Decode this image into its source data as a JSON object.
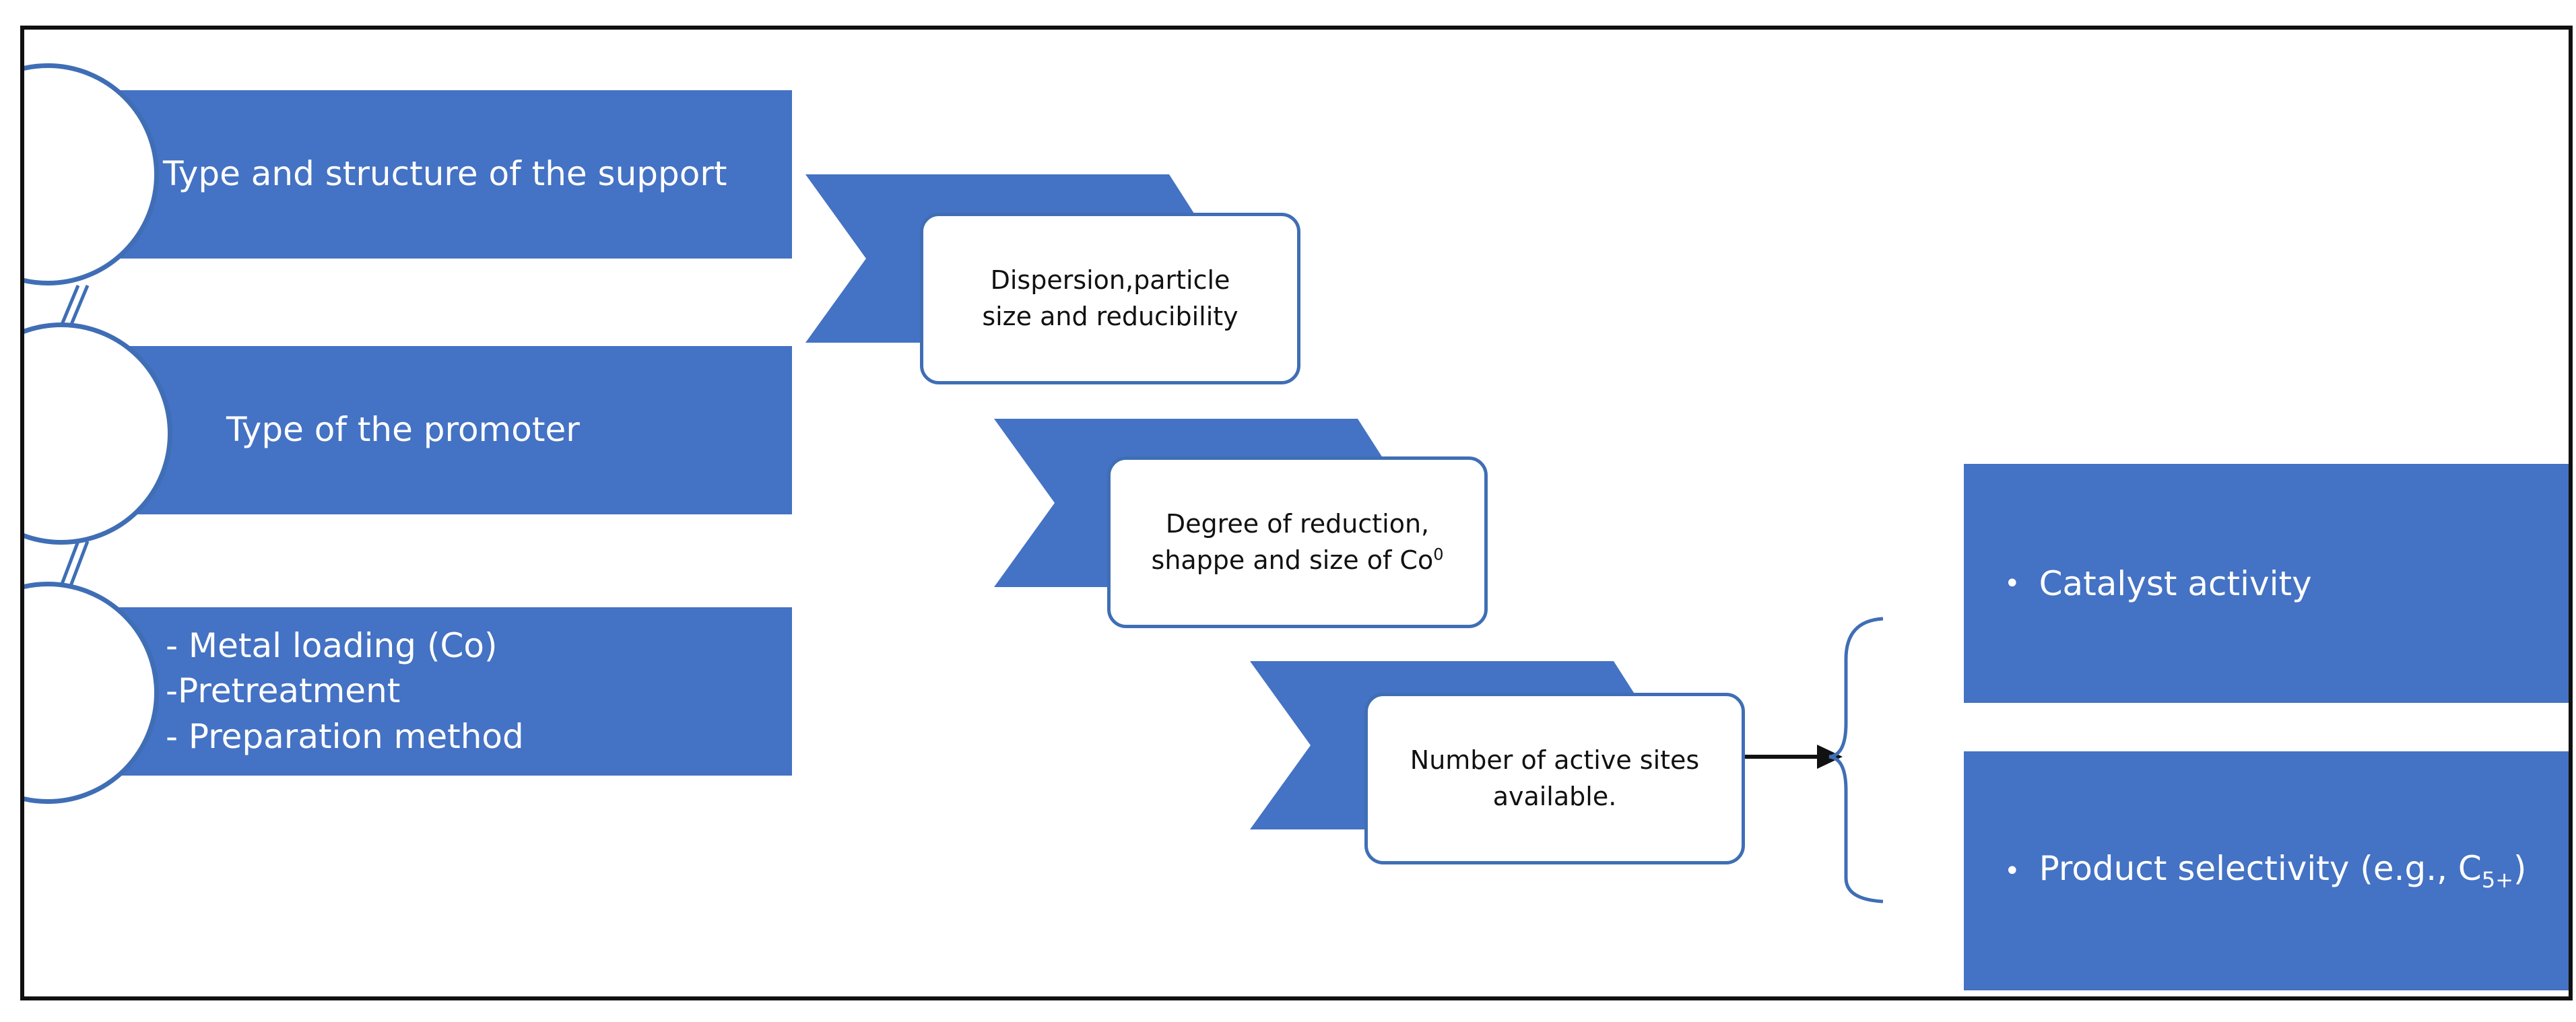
{
  "colors": {
    "accent_blue": "#4472c4",
    "outline_blue": "#3f6eb5",
    "frame": "#111111"
  },
  "factors": [
    {
      "label": "Type and structure of the support"
    },
    {
      "label": "Type of the promoter"
    },
    {
      "lines": [
        "- Metal loading (Co)",
        "-Pretreatment",
        "- Preparation method"
      ]
    }
  ],
  "effects": [
    {
      "lines": [
        "Dispersion,particle",
        "size and reducibility"
      ]
    },
    {
      "line1": "Degree of reduction,",
      "line2_prefix": "shappe and size of Co",
      "line2_sup": "0"
    },
    {
      "lines": [
        "Number of active sites",
        "available."
      ]
    }
  ],
  "outcomes": [
    {
      "bullet": "•",
      "label": "Catalyst activity"
    },
    {
      "bullet": "•",
      "label_prefix": "Product selectivity (e.g., C",
      "label_sub": "5+",
      "label_suffix": ")"
    }
  ]
}
